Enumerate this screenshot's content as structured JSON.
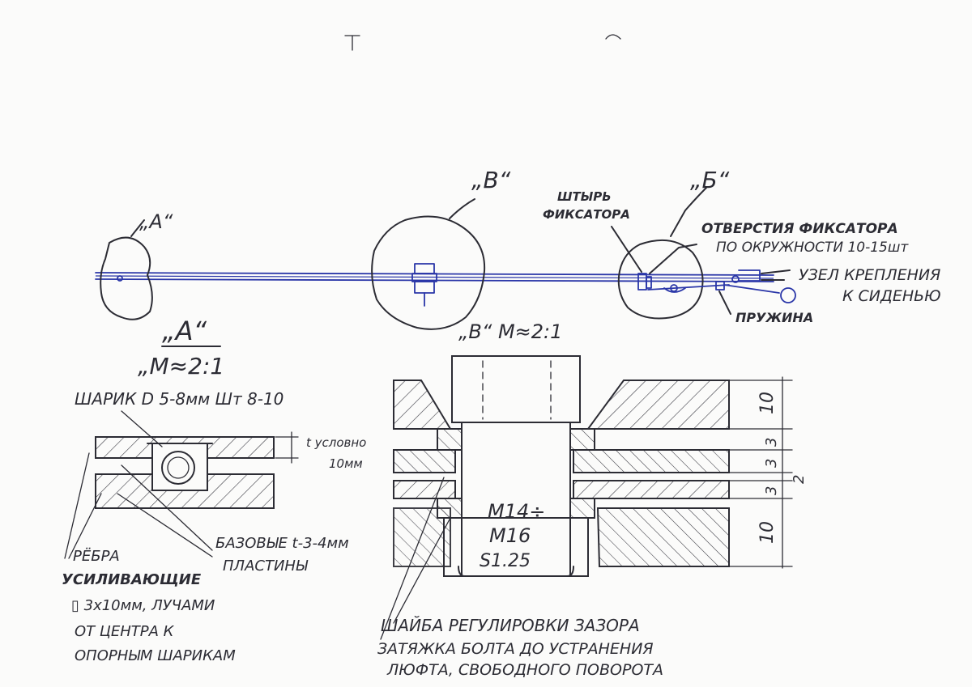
{
  "colors": {
    "ink": "#2c2c34",
    "blue_ink": "#2a36a8",
    "paper": "#fbfbfa"
  },
  "overview": {
    "callout_a": "„A“",
    "callout_v": "„В“",
    "callout_b": "„Б“",
    "pin_label_1": "ШТЫРЬ",
    "pin_label_2": "ФИКСАТОРА",
    "holes_label_1": "ОТВЕРСТИЯ ФИКСАТОРА",
    "holes_label_2": "ПО ОКРУЖНОСТИ 10-15шт",
    "mount_label_1": "УЗЕЛ КРЕПЛЕНИЯ",
    "mount_label_2": "К СИДЕНЬЮ",
    "spring_label": "ПРУЖИНА"
  },
  "view_a": {
    "title": "„A“",
    "scale": "„М≈2:1",
    "ball_label": "ШАРИК D 5-8мм Шт 8-10",
    "thickness_label_1": "t условно",
    "thickness_label_2": "10мм",
    "plates_label_1": "БАЗОВЫЕ t-3-4мм",
    "plates_label_2": "ПЛАСТИНЫ",
    "ribs_line_1": "РЁБРА",
    "ribs_line_2": "УСИЛИВАЮЩИЕ",
    "ribs_line_3": "▯ 3х10мм, ЛУЧАМИ",
    "ribs_line_4": "ОТ ЦЕНТРА К",
    "ribs_line_5": "ОПОРНЫМ ШАРИКАМ"
  },
  "view_v": {
    "title": "„В“ М≈2:1",
    "bolt_1": "М14÷",
    "bolt_2": "М16",
    "bolt_3": "S1.25",
    "dims": [
      "10",
      "3",
      "3",
      "3",
      "2",
      "10"
    ],
    "note_1": "ШАЙБА РЕГУЛИРОВКИ ЗАЗОРА",
    "note_2": "ЗАТЯЖКА БОЛТА ДО УСТРАНЕНИЯ",
    "note_3": "ЛЮФТА, СВОБОДНОГО ПОВОРОТА"
  }
}
